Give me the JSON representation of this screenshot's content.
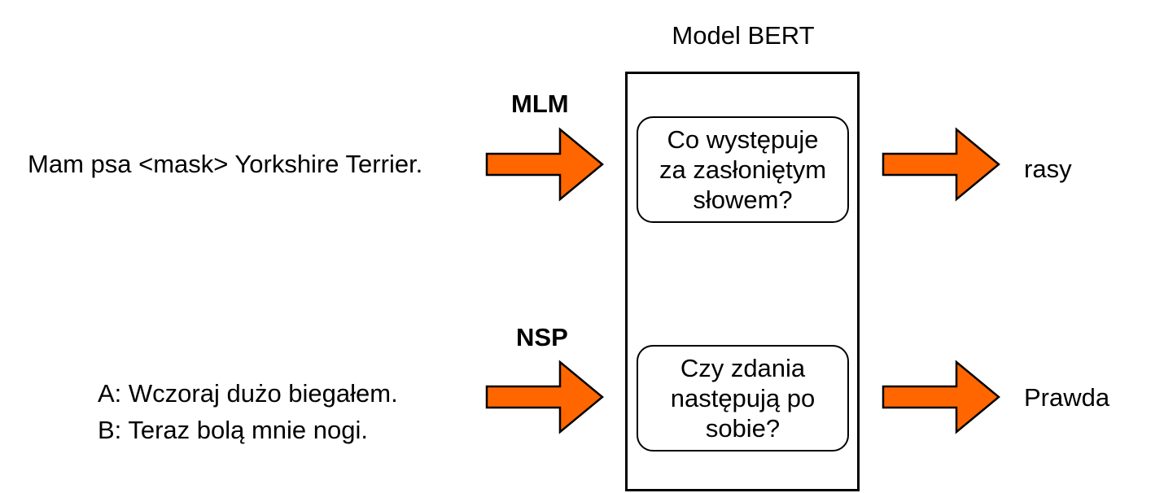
{
  "diagram": {
    "title": "Model BERT",
    "colors": {
      "arrow_fill": "#ff6600",
      "stroke": "#000000",
      "background": "#ffffff"
    },
    "tasks": {
      "mlm": {
        "label": "MLM",
        "input": "Mam psa <mask> Yorkshire Terrier.",
        "question_lines": [
          "Co występuje",
          "za zasłoniętym",
          "słowem?"
        ],
        "output": "rasy"
      },
      "nsp": {
        "label": "NSP",
        "input_lines": [
          "A: Wczoraj dużo biegałem.",
          "B: Teraz bolą mnie nogi."
        ],
        "question_lines": [
          "Czy zdania",
          "następują po",
          "sobie?"
        ],
        "output": "Prawda"
      }
    }
  }
}
